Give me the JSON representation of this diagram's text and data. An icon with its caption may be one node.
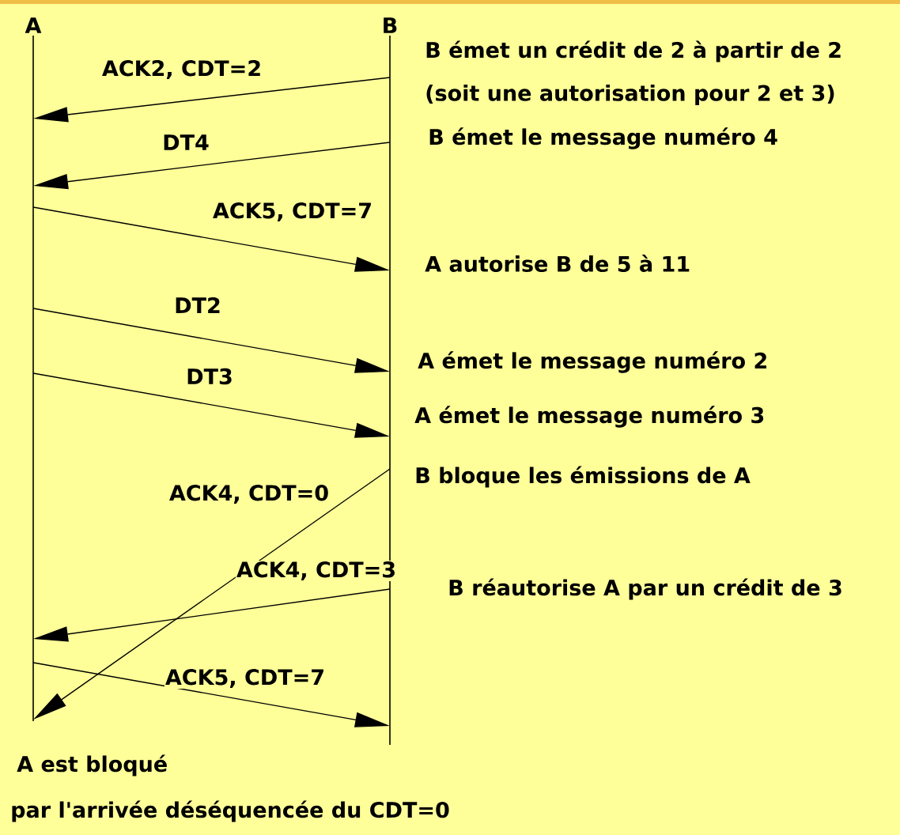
{
  "diagram": {
    "nodes": [
      {
        "text": [
          "A"
        ]
      },
      {
        "text": [
          "B"
        ]
      }
    ],
    "edges": [
      {
        "from": 1,
        "to": 0,
        "arrow": "to",
        "label": "ACK2, CDT=2"
      },
      {
        "from": 1,
        "to": 0,
        "arrow": "to",
        "label": "DT4"
      },
      {
        "from": 0,
        "to": 1,
        "arrow": "to",
        "label": "ACK5, CDT=7"
      },
      {
        "from": 0,
        "to": 1,
        "arrow": "to",
        "label": "DT2"
      },
      {
        "from": 0,
        "to": 1,
        "arrow": "to",
        "label": "DT3"
      },
      {
        "from": 1,
        "to": 0,
        "arrow": "to",
        "label": "ACK4, CDT=0"
      },
      {
        "from": 1,
        "to": 0,
        "arrow": "to",
        "label": "ACK4, CDT=3"
      },
      {
        "from": 0,
        "to": 1,
        "arrow": "to",
        "label": "ACK5, CDT=7"
      }
    ],
    "labels": [
      "B émet un crédit de 2 à partir de 2",
      "(soit une autorisation pour 2 et 3)",
      "B émet le message numéro 4",
      "A autorise B de 5 à 11",
      "A émet le message numéro 2",
      "A émet le message numéro 3",
      "B bloque les émissions de A",
      "B réautorise A par un crédit de 3",
      "A est bloqué",
      "par l'arrivée déséquencée du CDT=0"
    ]
  }
}
